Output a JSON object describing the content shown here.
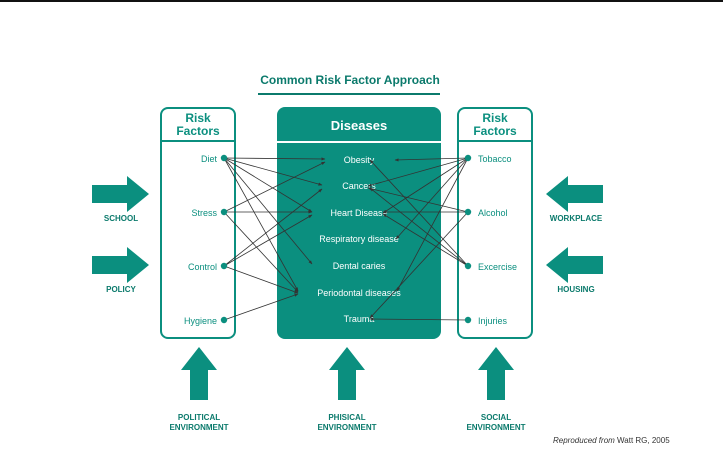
{
  "title": "Common Risk Factor Approach",
  "left_box": {
    "heading": [
      "Risk",
      "Factors"
    ],
    "factors": [
      "Diet",
      "Stress",
      "Control",
      "Hygiene"
    ]
  },
  "center_box": {
    "heading": "Diseases",
    "diseases": [
      "Obesity",
      "Cancers",
      "Heart Disease",
      "Respiratory disease",
      "Dental caries",
      "Periodontal diseases",
      "Trauma"
    ]
  },
  "right_box": {
    "heading": [
      "Risk",
      "Factors"
    ],
    "factors": [
      "Tobacco",
      "Alcohol",
      "Excercise",
      "Injuries"
    ]
  },
  "side_arrows": {
    "left": [
      "SCHOOL",
      "POLICY"
    ],
    "right": [
      "WORKPLACE",
      "HOUSING"
    ]
  },
  "bottom_arrows": [
    [
      "POLITICAL",
      "ENVIRONMENT"
    ],
    [
      "PHISICAL",
      "ENVIRONMENT"
    ],
    [
      "SOCIAL",
      "ENVIRONMENT"
    ]
  ],
  "credit": {
    "italic": "Reproduced from",
    "rest": " Watt RG, 2005"
  },
  "colors": {
    "teal": "#0b8f7f",
    "dark_teal": "#0b7a6c",
    "line": "#333333"
  }
}
